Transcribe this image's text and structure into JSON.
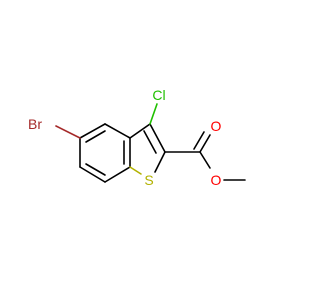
{
  "molecule": {
    "atoms": {
      "bromine": {
        "label": "Br",
        "color": "#a52a2a"
      },
      "chlorine": {
        "label": "Cl",
        "color": "#1fc000"
      },
      "sulfur": {
        "label": "S",
        "color": "#b2b200"
      },
      "carbonyl_oxygen": {
        "label": "O",
        "color": "#ff0000"
      },
      "ester_oxygen": {
        "label": "O",
        "color": "#ff0000"
      }
    },
    "bond_color": "#000000"
  }
}
